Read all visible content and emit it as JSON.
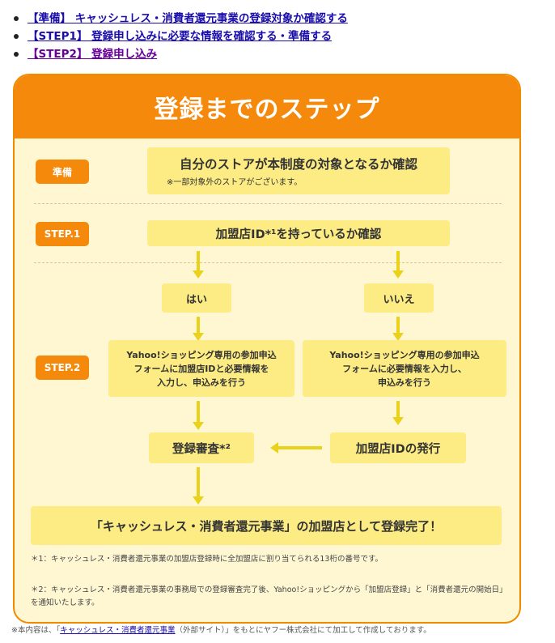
{
  "links": [
    {
      "label": "【準備】 キャッシュレス・消費者還元事業の登録対象か確認する"
    },
    {
      "label": "【STEP1】 登録申し込みに必要な情報を確認する・準備する"
    },
    {
      "label": "【STEP2】 登録申し込み"
    }
  ],
  "card": {
    "title": "登録までのステップ",
    "tags": {
      "prep": "準備",
      "step1": "STEP.1",
      "step2": "STEP.2"
    },
    "prep_box": {
      "title": "自分のストアが本制度の対象となるか確認",
      "sub": "※一部対象外のストアがございます。"
    },
    "step1_box": "加盟店ID*¹を持っているか確認",
    "yes": "はい",
    "no": "いいえ",
    "yes_form": [
      "Yahoo!ショッピング専用の参加申込",
      "フォームに加盟店IDと必要情報を",
      "入力し、申込みを行う"
    ],
    "no_form": [
      "Yahoo!ショッピング専用の参加申込",
      "フォームに必要情報を入力し、",
      "申込みを行う"
    ],
    "review": "登録審査*²",
    "issue": "加盟店IDの発行",
    "complete": "「キャッシュレス・消費者還元事業」の加盟店として登録完了！",
    "note1": "＊1：キャッシュレス・消費者還元事業の加盟店登録時に全加盟店に割り当てられる13桁の番号です。",
    "note2": "＊2：キャッシュレス・消費者還元事業の事務局での登録審査完了後、Yahoo!ショッピングから「加盟店登録」と「消費者還元の開始日」を通知いたします。"
  },
  "footer": {
    "prefix": "※本内容は、「",
    "link": "キャッシュレス・消費者還元事業",
    "suffix": "（外部サイト）」をもとにヤフー株式会社にて加工して作成しております。"
  },
  "colors": {
    "orange": "#f5890c",
    "yellow_box": "#fcec83",
    "card_bg": "#fff7d2",
    "arrow": "#ead21a"
  }
}
